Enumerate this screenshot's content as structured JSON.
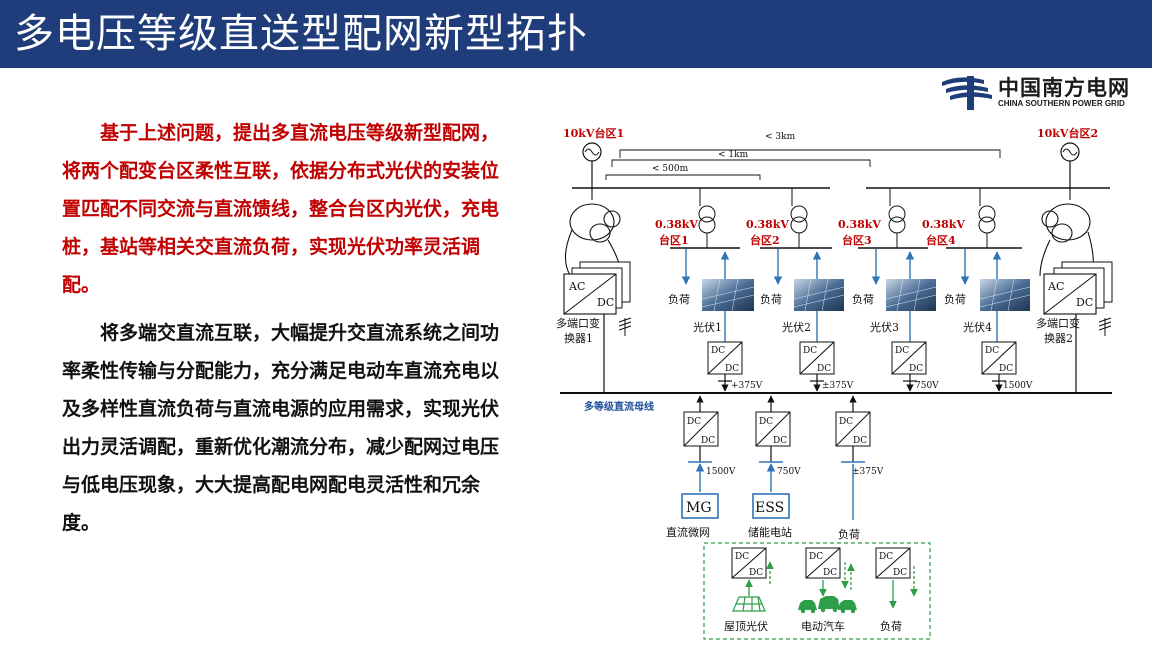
{
  "title": "多电压等级直送型配网新型拓扑",
  "logo": {
    "cn": "中国南方电网",
    "en": "CHINA SOUTHERN POWER GRID"
  },
  "paragraphs": [
    "基于上述问题，提出多直流电压等级新型配网，将两个配变台区柔性互联，依据分布式光伏的安装位置匹配不同交流与直流馈线，整合台区内光伏，充电桩，基站等相关交直流负荷，实现光伏功率灵活调配。",
    "将多端交直流互联，大幅提升交直流系统之间功率柔性传输与分配能力，充分满足电动车直流充电以及多样性直流负荷与直流电源的应用需求，实现光伏出力灵活调配，重新优化潮流分布，减少配网过电压与低电压现象，大大提高配电网配电灵活性和冗余度。"
  ],
  "diagram": {
    "area_left": "10kV台区1",
    "area_right": "10kV台区2",
    "dist_3km": "< 3km",
    "dist_1km": "< 1km",
    "dist_500m": "< 500m",
    "sub_voltage": "0.38kV",
    "subs": [
      "台区1",
      "台区2",
      "台区3",
      "台区4"
    ],
    "load": "负荷",
    "pvs": [
      "光伏1",
      "光伏2",
      "光伏3",
      "光伏4"
    ],
    "ac": "AC",
    "dc": "DC",
    "conv_left": [
      "多端口变",
      "换器1"
    ],
    "conv_right": [
      "多端口变",
      "换器2"
    ],
    "upper_voltages": [
      "+375V",
      "±375V",
      "750V",
      "1500V"
    ],
    "bus_label": "多等级直流母线",
    "lower_voltages": [
      "1500V",
      "750V",
      "±375V"
    ],
    "mg": "MG",
    "ess": "ESS",
    "mg_label": "直流微网",
    "ess_label": "储能电站",
    "bottom_load": "负荷",
    "box_labels": [
      "屋顶光伏",
      "电动汽车",
      "负荷"
    ]
  }
}
